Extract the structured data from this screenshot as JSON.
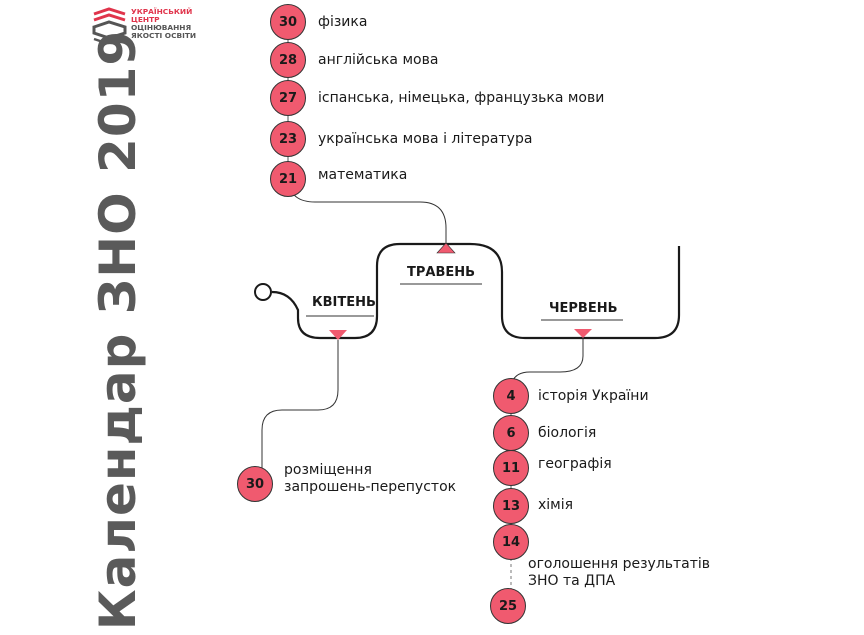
{
  "title": "Календар ЗНО 2019",
  "logo": {
    "line1": "УКРАЇНСЬКИЙ",
    "line2": "ЦЕНТР",
    "line3": "ОЦІНЮВАННЯ",
    "line4": "ЯКОСТІ ОСВІТИ",
    "icon": "book-stack-icon"
  },
  "months": {
    "april": "КВІТЕНЬ",
    "may": "ТРАВЕНЬ",
    "june": "ЧЕРВЕНЬ"
  },
  "may_events": [
    {
      "day": "30",
      "label": "фізика"
    },
    {
      "day": "28",
      "label": "англійська мова"
    },
    {
      "day": "27",
      "label": "іспанська, німецька, французька мови"
    },
    {
      "day": "23",
      "label": "українська мова і література"
    },
    {
      "day": "21",
      "label": "математика"
    }
  ],
  "april_event": {
    "day": "30",
    "line1": "розміщення",
    "line2": "запрошень-перепусток"
  },
  "june_events": [
    {
      "day": "4",
      "label": "історія України"
    },
    {
      "day": "6",
      "label": "біологія"
    },
    {
      "day": "11",
      "label": "географія"
    },
    {
      "day": "13",
      "label": "хімія"
    },
    {
      "day": "14",
      "label": ""
    },
    {
      "day": "25",
      "label": ""
    }
  ],
  "results_note": {
    "line1": "оголошення результатів",
    "line2": "ЗНО та ДПА"
  },
  "colors": {
    "dot_fill": "#f05a6f",
    "accent_red": "#e0344b",
    "title_gray": "#5a5a5a",
    "line": "#1a1a1a"
  }
}
